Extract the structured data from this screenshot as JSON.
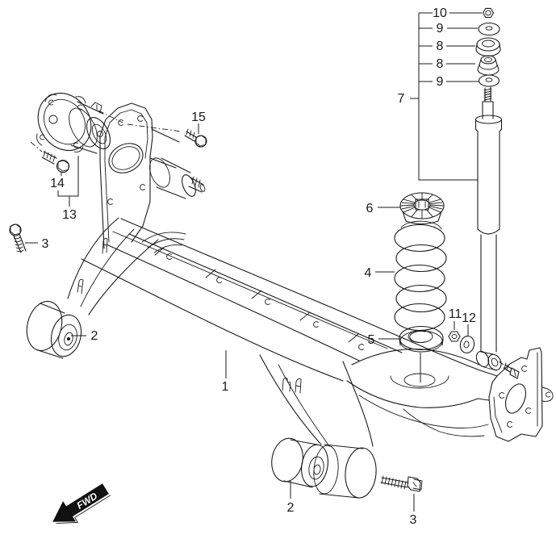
{
  "diagram": {
    "fwd_label": "FWD",
    "background_color": "#ffffff",
    "line_color": "#1a1a1a",
    "arrow_fill": "#111111"
  },
  "callouts": {
    "one": {
      "label": "1"
    },
    "two_left": {
      "label": "2"
    },
    "two_rear": {
      "label": "2"
    },
    "three_left": {
      "label": "3"
    },
    "three_rear": {
      "label": "3"
    },
    "four": {
      "label": "4"
    },
    "five": {
      "label": "5"
    },
    "six": {
      "label": "6"
    },
    "seven": {
      "label": "7"
    },
    "eight_a": {
      "label": "8"
    },
    "eight_b": {
      "label": "8"
    },
    "nine_a": {
      "label": "9"
    },
    "nine_b": {
      "label": "9"
    },
    "ten": {
      "label": "10"
    },
    "eleven": {
      "label": "11"
    },
    "twelve": {
      "label": "12"
    },
    "thirteen": {
      "label": "13"
    },
    "fourteen": {
      "label": "14"
    },
    "fifteen": {
      "label": "15"
    }
  }
}
